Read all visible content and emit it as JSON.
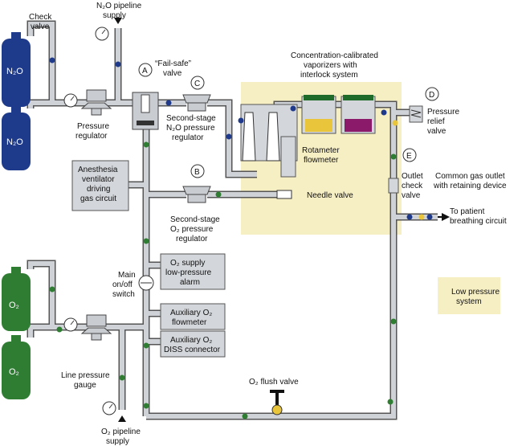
{
  "labels": {
    "check_valve": [
      "Check",
      "valve"
    ],
    "n2o_pipeline_supply": [
      "N₂O pipeline",
      "supply"
    ],
    "fail_safe_valve": [
      "“Fail-safe”",
      "valve"
    ],
    "vaporizers": [
      "Concentration-calibrated",
      "vaporizers with",
      "interlock system"
    ],
    "pressure_relief_valve": [
      "Pressure",
      "relief",
      "valve"
    ],
    "pressure_regulator": [
      "Pressure",
      "regulator"
    ],
    "second_stage_n2o": [
      "Second-stage",
      "N₂O pressure",
      "regulator"
    ],
    "rotameter_flowmeter": [
      "Rotameter",
      "flowmeter"
    ],
    "anesthesia_ventilator": [
      "Anesthesia",
      "ventilator",
      "driving",
      "gas circuit"
    ],
    "outlet_check_valve": [
      "Outlet",
      "check",
      "valve"
    ],
    "common_gas_outlet": [
      "Common gas outlet",
      "with retaining device"
    ],
    "needle_valve": "Needle valve",
    "to_patient": [
      "To patient",
      "breathing circuit"
    ],
    "second_stage_o2": [
      "Second-stage",
      "O₂ pressure",
      "regulator"
    ],
    "main_switch": [
      "Main",
      "on/off",
      "switch"
    ],
    "o2_supply_alarm": [
      "O₂ supply",
      "low-pressure",
      "alarm"
    ],
    "low_pressure_system": [
      "Low pressure",
      "system"
    ],
    "aux_flowmeter": [
      "Auxiliary O₂",
      "flowmeter"
    ],
    "aux_diss": [
      "Auxiliary O₂",
      "DISS connector"
    ],
    "line_pressure_gauge": [
      "Line pressure",
      "gauge"
    ],
    "o2_flush_valve": "O₂ flush valve",
    "o2_pipeline_supply": [
      "O₂ pipeline",
      "supply"
    ]
  },
  "markers": {
    "a": "A",
    "b": "B",
    "c": "C",
    "d": "D",
    "e": "E"
  },
  "cylinders": {
    "n2o": "N₂O",
    "o2": "O₂"
  },
  "colors": {
    "n2o_cylinder": "#1e3a8a",
    "o2_cylinder": "#2e7d32",
    "low_pressure_zone": "#f7efc4",
    "pipe": "#cfd3d8",
    "vaporizer_yellow": "#e8c53a",
    "vaporizer_magenta": "#8b1a6b",
    "vaporizer_top": "#1f6b2a"
  }
}
